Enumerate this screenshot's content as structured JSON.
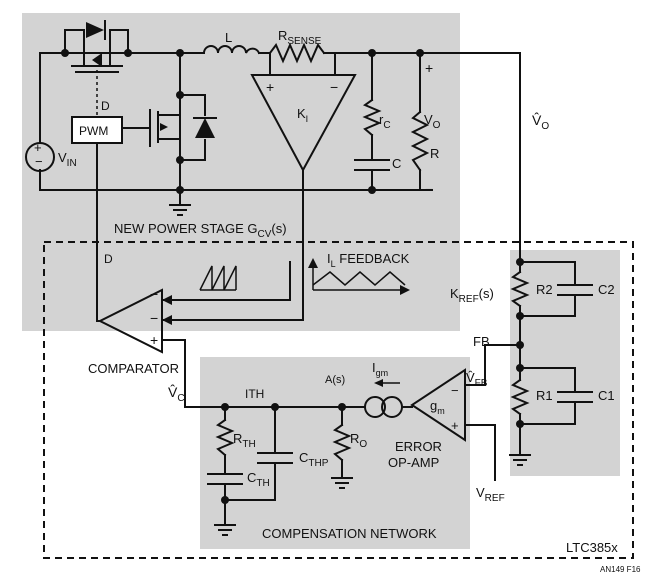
{
  "colors": {
    "panel": "#d3d3d3",
    "ink": "#111111",
    "background": "#ffffff"
  },
  "labels": {
    "L": "L",
    "r_sense_main": "R",
    "r_sense_sub": "SENSE",
    "plus_sign": "+",
    "minus_sign": "−",
    "ki_main": "K",
    "ki_sub": "I",
    "rc_main": "r",
    "rc_sub": "C",
    "c": "C",
    "vo_main": "V",
    "vo_sub": "O",
    "r": "R",
    "vin_main": "V",
    "vin_sub": "IN",
    "d_top": "D",
    "pwm": "PWM",
    "vo_hat": "V̂",
    "vo_hat_sub": "O",
    "power_stage_main": "NEW POWER STAGE G",
    "power_stage_sub": "CV",
    "power_stage_tail": "(s)",
    "d_lower": "D",
    "il_main": "I",
    "il_sub": "L",
    "il_feedback": " FEEDBACK",
    "kref_main": "K",
    "kref_sub": "REF",
    "kref_tail": "(s)",
    "r2": "R2",
    "c2": "C2",
    "fb": "FB",
    "r1": "R1",
    "c1": "C1",
    "comparator": "COMPARATOR",
    "vc_hat": "V̂",
    "vc_hat_sub": "C",
    "ith": "ITH",
    "as": "A(s)",
    "igm_main": "I",
    "igm_sub": "gm",
    "gm_main": "g",
    "gm_sub": "m",
    "vfb_hat": "V̂",
    "vfb_hat_sub": "FB",
    "rth_main": "R",
    "rth_sub": "TH",
    "cthp_main": "C",
    "cthp_sub": "THP",
    "ro_main": "R",
    "ro_sub": "O",
    "cth_main": "C",
    "cth_sub": "TH",
    "error_amp_line1": "ERROR",
    "error_amp_line2": "OP-AMP",
    "vref_main": "V",
    "vref_sub": "REF",
    "compensation_network": "COMPENSATION NETWORK",
    "chip": "LTC385x",
    "figure_code": "AN149 F16"
  }
}
